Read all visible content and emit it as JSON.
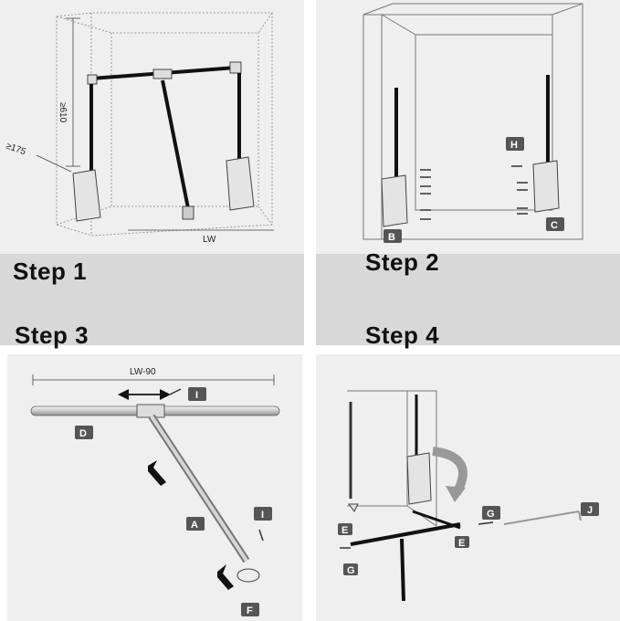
{
  "steps": {
    "step1": "Step 1",
    "step2": "Step 2",
    "step3": "Step 3",
    "step4": "Step 4"
  },
  "dimensions": {
    "height": "≥610",
    "depth": "≥175",
    "width": "LW",
    "bar_length": "LW-90"
  },
  "parts": {
    "A": "A",
    "B": "B",
    "C": "C",
    "D": "D",
    "E": "E",
    "F": "F",
    "G": "G",
    "H": "H",
    "I": "I",
    "J": "J"
  }
}
